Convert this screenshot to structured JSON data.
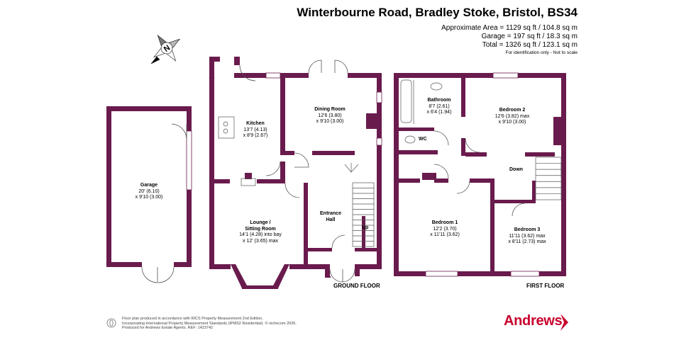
{
  "header": {
    "title": "Winterbourne Road, Bradley Stoke, Bristol, BS34",
    "area_lines": [
      "Approximate Area = 1129 sq ft / 104.8 sq m",
      "Garage = 197 sq ft / 18.3 sq m",
      "Total = 1326 sq ft / 123.1 sq m"
    ],
    "identification": "For identification only - Not to scale"
  },
  "compass": {
    "letter": "N",
    "icon": "compass-icon"
  },
  "rooms": {
    "garage": {
      "name": "Garage",
      "dim1": "20' (6.10)",
      "dim2": "x 9'10 (3.00)"
    },
    "kitchen": {
      "name": "Kitchen",
      "dim1": "13'7 (4.13)",
      "dim2": "x 8'9 (2.67)"
    },
    "dining": {
      "name": "Dining Room",
      "dim1": "12'6 (3.80)",
      "dim2": "x 9'10 (3.00)"
    },
    "lounge": {
      "name": "Lounge /",
      "name2": "Sitting Room",
      "dim1": "14'1 (4.28) into bay",
      "dim2": "x 12' (3.65) max"
    },
    "hall": {
      "name": "Entrance",
      "name2": "Hall"
    },
    "bathroom": {
      "name": "Bathroom",
      "dim1": "8'7 (2.61)",
      "dim2": "x 6'4 (1.94)"
    },
    "bedroom2": {
      "name": "Bedroom 2",
      "dim1": "12'6 (3.82) max",
      "dim2": "x 9'10 (3.00)"
    },
    "bedroom1": {
      "name": "Bedroom 1",
      "dim1": "12'2 (3.70)",
      "dim2": "x 11'11 (3.62)"
    },
    "bedroom3": {
      "name": "Bedroom 3",
      "dim1": "11'11 (3.62) max",
      "dim2": "x 8'11 (2.73) max"
    }
  },
  "labels": {
    "wc": "WC",
    "up": "Up",
    "down": "Down"
  },
  "floors": {
    "ground": "GROUND FLOOR",
    "first": "FIRST FLOOR"
  },
  "footer": {
    "lines": [
      "Floor plan produced in accordance with RICS Property Measurement 2nd Edition,",
      "Incorporating International Property Measurement Standards (IPMS2 Residential).  © nichecom 2026.",
      "Produced for Andrews Estate Agents.   REF:  1423742"
    ]
  },
  "brand": {
    "name": "Andrews",
    "color": "#c8002d"
  },
  "colors": {
    "wall": "#6a1b4d",
    "fixture": "#555555"
  }
}
